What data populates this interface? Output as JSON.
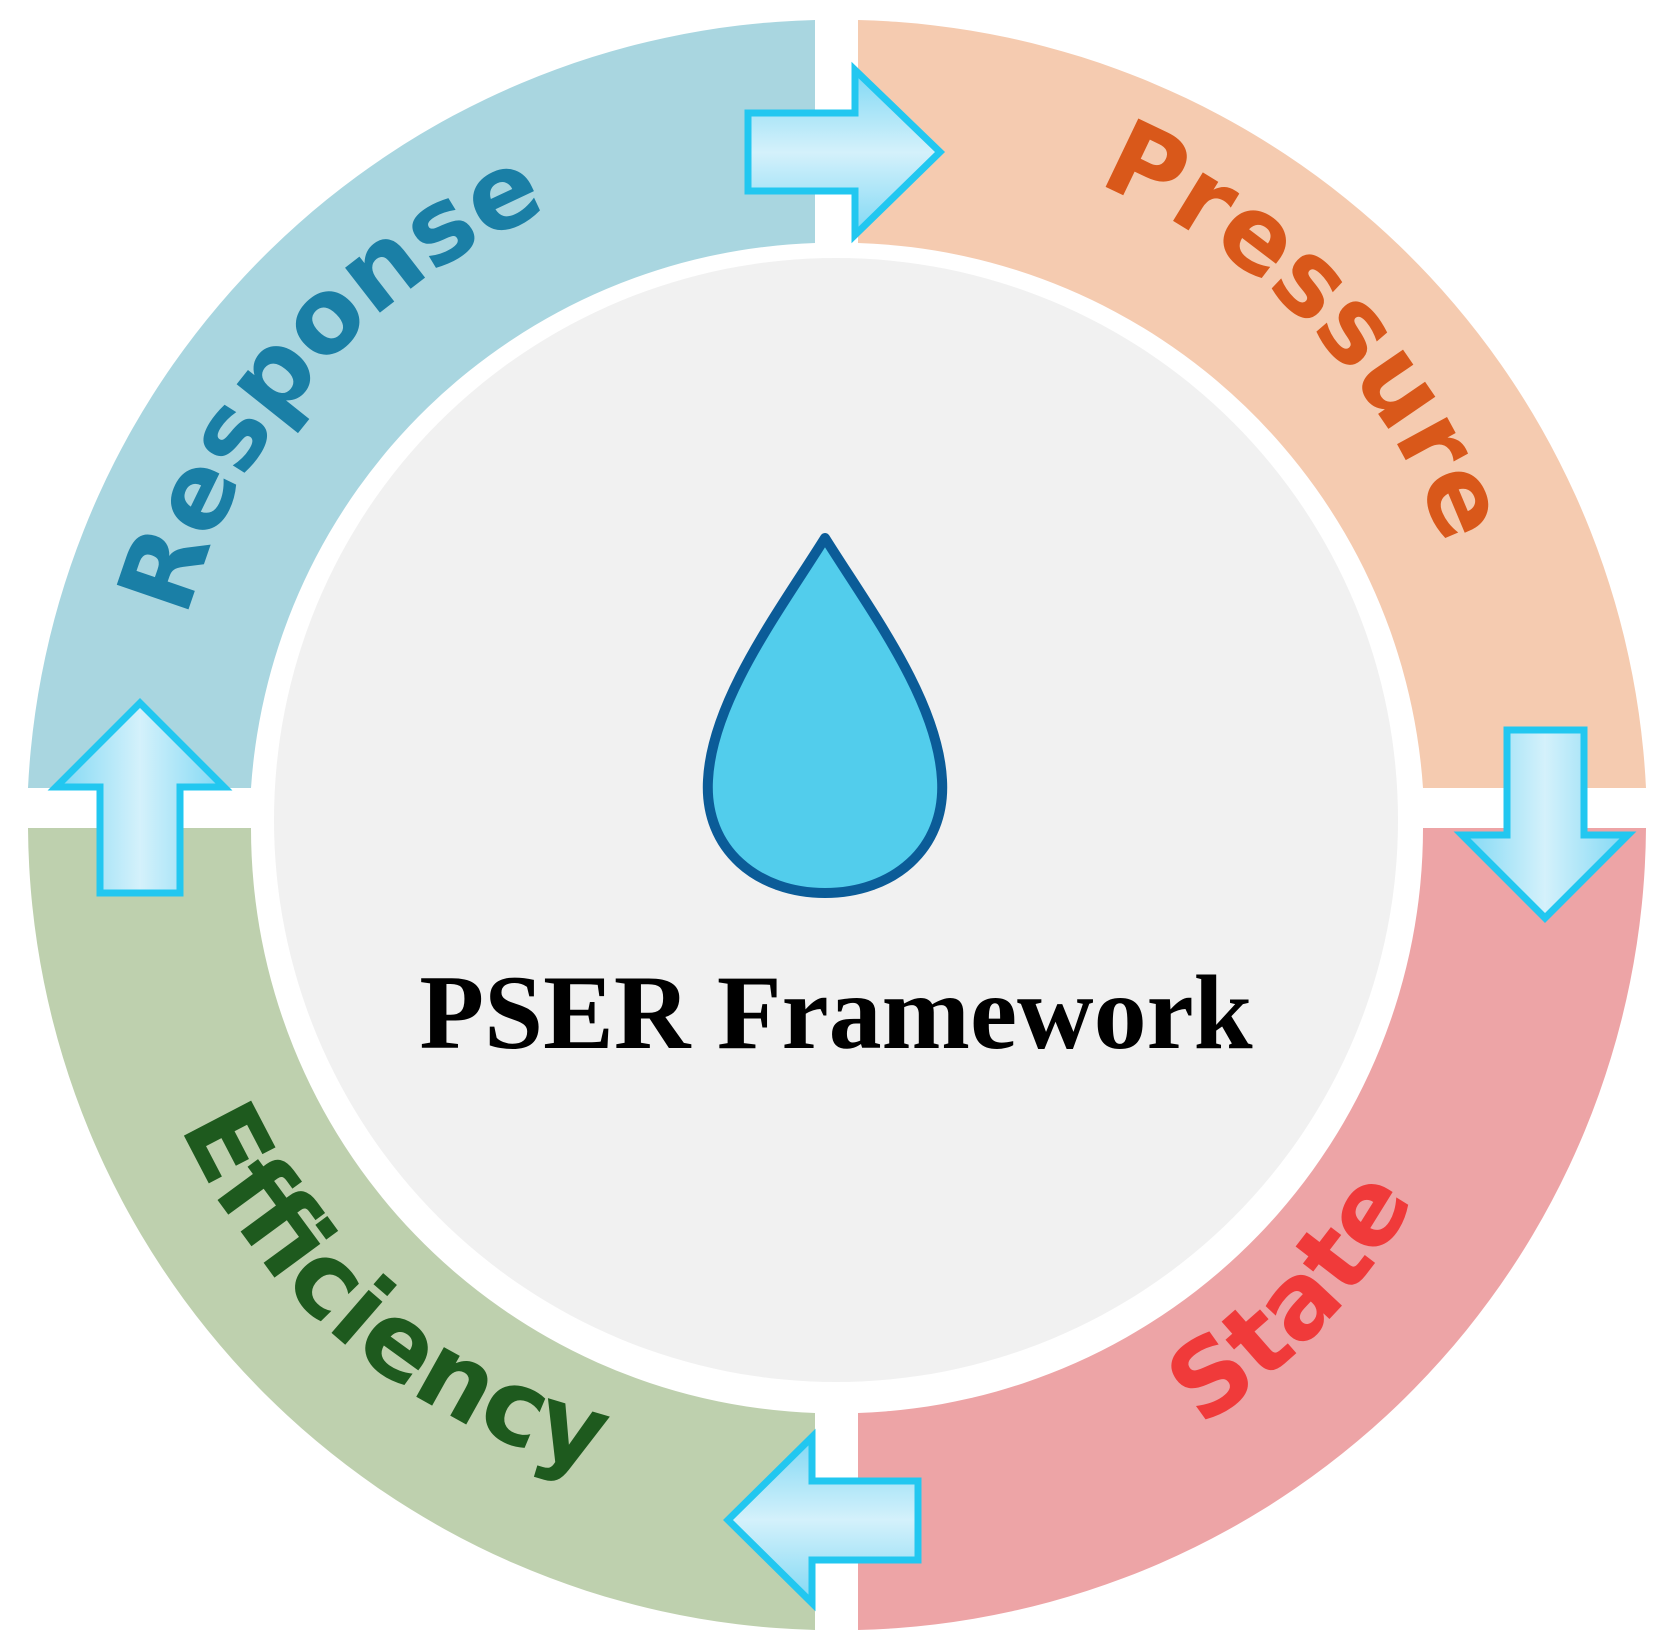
{
  "title": "PSER Framework",
  "segments": [
    {
      "id": "pressure",
      "label": "Pressure",
      "fill": "#F5CBB0",
      "text_color": "#D9581A"
    },
    {
      "id": "state",
      "label": "State",
      "fill": "#EDA4A6",
      "text_color": "#F03A3A"
    },
    {
      "id": "efficiency",
      "label": "Efficiency",
      "fill": "#BED0AE",
      "text_color": "#1E5A1E"
    },
    {
      "id": "response",
      "label": "Response",
      "fill": "#A9D6E0",
      "text_color": "#1A7FA6"
    }
  ],
  "center": {
    "fill": "#F1F1F1",
    "icon": "water-drop-icon",
    "drop_fill": "#52CDEC",
    "drop_stroke": "#0B5C98"
  },
  "arrows": {
    "icon": "arrow-icon",
    "fill": "#8FDBF5",
    "stroke": "#22C7F0"
  }
}
